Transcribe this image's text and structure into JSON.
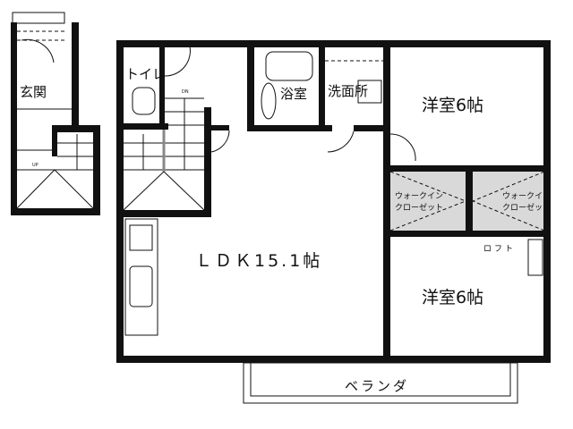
{
  "plan": {
    "rooms": {
      "entrance": "玄関",
      "toilet": "トイレ",
      "bathroom": "浴室",
      "washroom": "洗面所",
      "western_room_1": "洋室6帖",
      "western_room_2": "洋室6帖",
      "ldk": "ＬＤＫ15.1帖",
      "closet_1_line1": "ウォークイン",
      "closet_1_line2": "クローゼット",
      "closet_2_line1": "ウォークイン",
      "closet_2_line2": "クローゼット",
      "loft": "ロフト",
      "balcony": "ベランダ"
    },
    "stairs": {
      "down": "DN",
      "up": "UP"
    },
    "colors": {
      "wall": "#111111",
      "closet_fill": "#d9d9d9",
      "background": "#ffffff"
    }
  }
}
